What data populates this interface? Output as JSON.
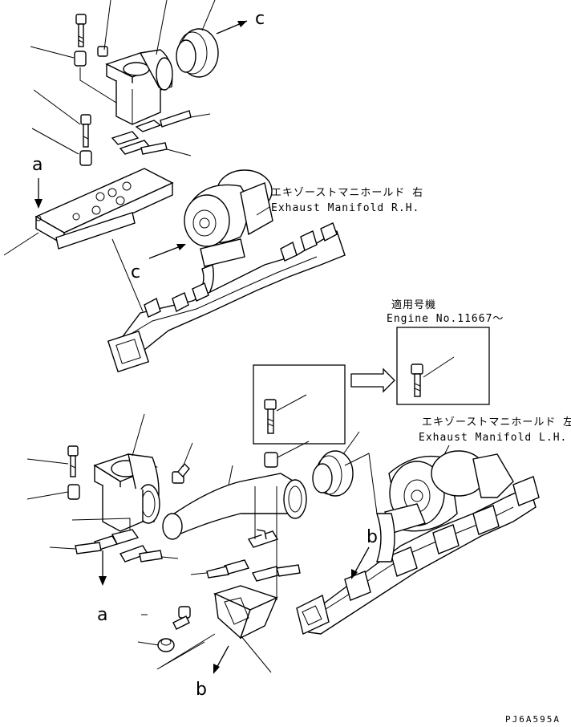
{
  "callouts": {
    "a_top": "a",
    "c_top": "c",
    "c_mid": "c",
    "a_bottom": "a",
    "b_right": "b",
    "b_bottom": "b"
  },
  "manifold_rh": {
    "jp": "エキゾーストマニホールド 右",
    "en": "Exhaust Manifold R.H."
  },
  "manifold_lh": {
    "jp": "エキゾーストマニホールド 左",
    "en": "Exhaust Manifold L.H."
  },
  "serial": {
    "jp": "適用号機",
    "en": "Engine No.11667～"
  },
  "drawing_code": "PJ6A595A"
}
